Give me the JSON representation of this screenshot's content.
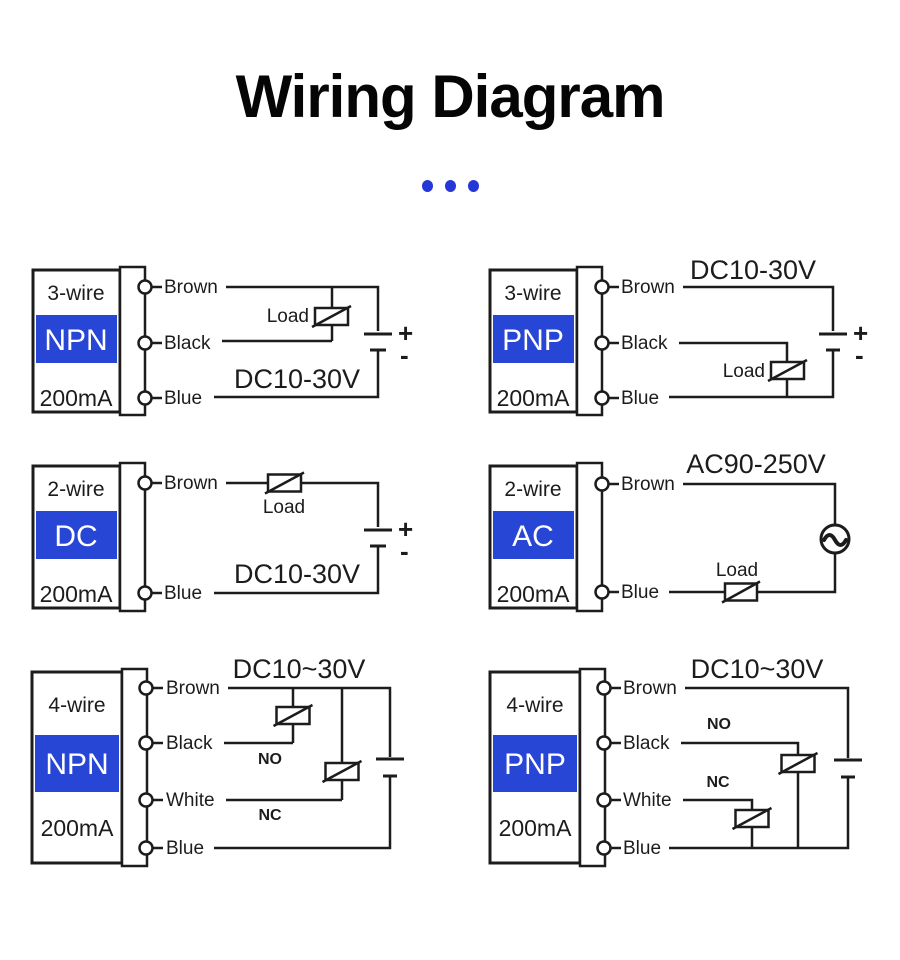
{
  "page": {
    "title": "Wiring Diagram",
    "background_color": "#ffffff",
    "accent_blue": "#2846d6",
    "dot_color": "#2537d6",
    "line_color": "#1c1c1c"
  },
  "diagrams": [
    {
      "id": "3-wire-npn",
      "wire_count_label": "3-wire",
      "type_label": "NPN",
      "current_label": "200mA",
      "voltage_label": "DC10-30V",
      "load_label": "Load",
      "plus_label": "+",
      "minus_label": "-",
      "wires": [
        "Brown",
        "Black",
        "Blue"
      ]
    },
    {
      "id": "3-wire-pnp",
      "wire_count_label": "3-wire",
      "type_label": "PNP",
      "current_label": "200mA",
      "voltage_label": "DC10-30V",
      "load_label": "Load",
      "plus_label": "+",
      "minus_label": "-",
      "wires": [
        "Brown",
        "Black",
        "Blue"
      ]
    },
    {
      "id": "2-wire-dc",
      "wire_count_label": "2-wire",
      "type_label": "DC",
      "current_label": "200mA",
      "voltage_label": "DC10-30V",
      "load_label": "Load",
      "plus_label": "+",
      "minus_label": "-",
      "wires": [
        "Brown",
        "Blue"
      ]
    },
    {
      "id": "2-wire-ac",
      "wire_count_label": "2-wire",
      "type_label": "AC",
      "current_label": "200mA",
      "voltage_label": "AC90-250V",
      "load_label": "Load",
      "wires": [
        "Brown",
        "Blue"
      ]
    },
    {
      "id": "4-wire-npn",
      "wire_count_label": "4-wire",
      "type_label": "NPN",
      "current_label": "200mA",
      "voltage_label": "DC10~30V",
      "no_label": "NO",
      "nc_label": "NC",
      "wires": [
        "Brown",
        "Black",
        "White",
        "Blue"
      ]
    },
    {
      "id": "4-wire-pnp",
      "wire_count_label": "4-wire",
      "type_label": "PNP",
      "current_label": "200mA",
      "voltage_label": "DC10~30V",
      "no_label": "NO",
      "nc_label": "NC",
      "wires": [
        "Brown",
        "Black",
        "White",
        "Blue"
      ]
    }
  ]
}
